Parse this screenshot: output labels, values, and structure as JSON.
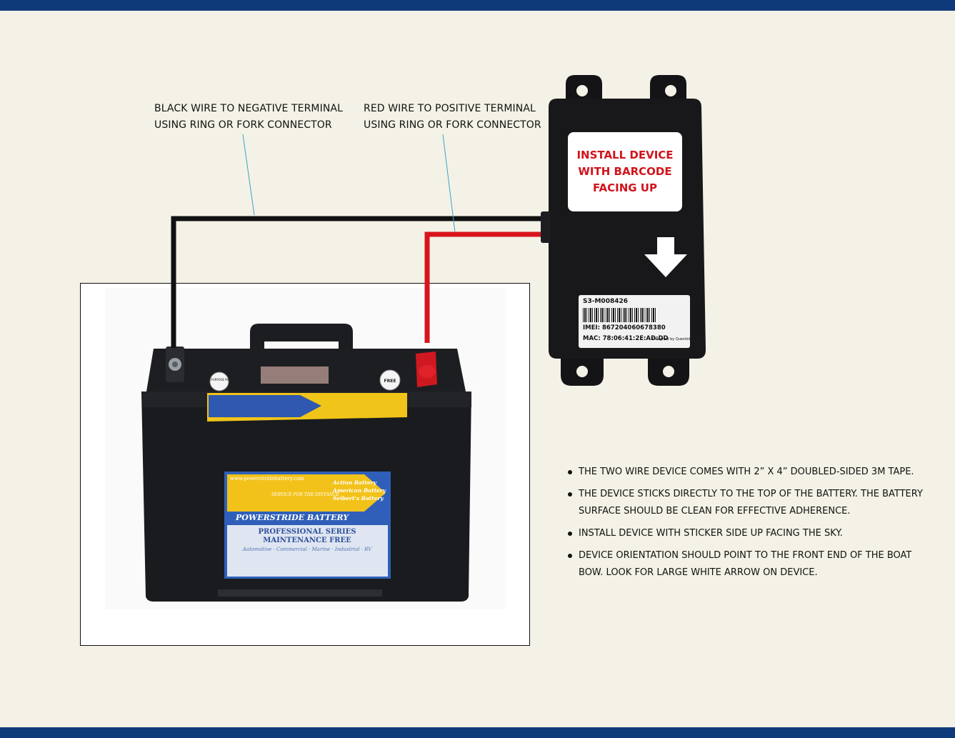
{
  "callouts": {
    "black_wire": {
      "line1": "BLACK WIRE TO NEGATIVE TERMINAL",
      "line2": "USING RING OR FORK CONNECTOR"
    },
    "red_wire": {
      "line1": "RED WIRE TO POSITIVE TERMINAL",
      "line2": "USING RING OR FORK CONNECTOR"
    }
  },
  "device": {
    "label": "INSTALL DEVICE\nWITH BARCODE\nFACING UP",
    "sticker": {
      "serial": "S3-M008426",
      "imei": "IMEI: 867204060678380",
      "mac": "MAC: 78:06:41:2E:AD:DD",
      "designed_by": "Designed by Questink"
    }
  },
  "battery": {
    "brand": "POWERSTRIDE BATTERY",
    "website": "www.powerstridebattery.com",
    "tagline": "SERVICE FOR THE DISTANCE",
    "series": "PROFESSIONAL SERIES",
    "maintenance": "MAINTENANCE FREE",
    "uses": "Automotive · Commercial · Marine · Industrial · RV",
    "brands_right": [
      "Action Battery",
      "American Battery",
      "Seibert's Battery"
    ],
    "cap_left": "DUAL PURPOSE MARINE",
    "cap_right": "FREE"
  },
  "notes": [
    "THE TWO WIRE DEVICE COMES WITH 2” X 4” DOUBLED-SIDED 3M TAPE.",
    "THE DEVICE STICKS DIRECTLY TO THE TOP OF THE BATTERY. THE BATTERY SURFACE SHOULD BE CLEAN FOR EFFECTIVE ADHERENCE.",
    "INSTALL DEVICE WITH STICKER SIDE UP FACING THE SKY.",
    "DEVICE ORIENTATION SHOULD POINT TO THE FRONT END OF THE BOAT BOW. LOOK FOR LARGE WHITE ARROW ON DEVICE."
  ],
  "colors": {
    "banner": "#0e3a7a",
    "background": "#f4f2e6",
    "label_red": "#d0141c",
    "wire_red": "#d8141c",
    "leader": "#3aa3c8"
  }
}
